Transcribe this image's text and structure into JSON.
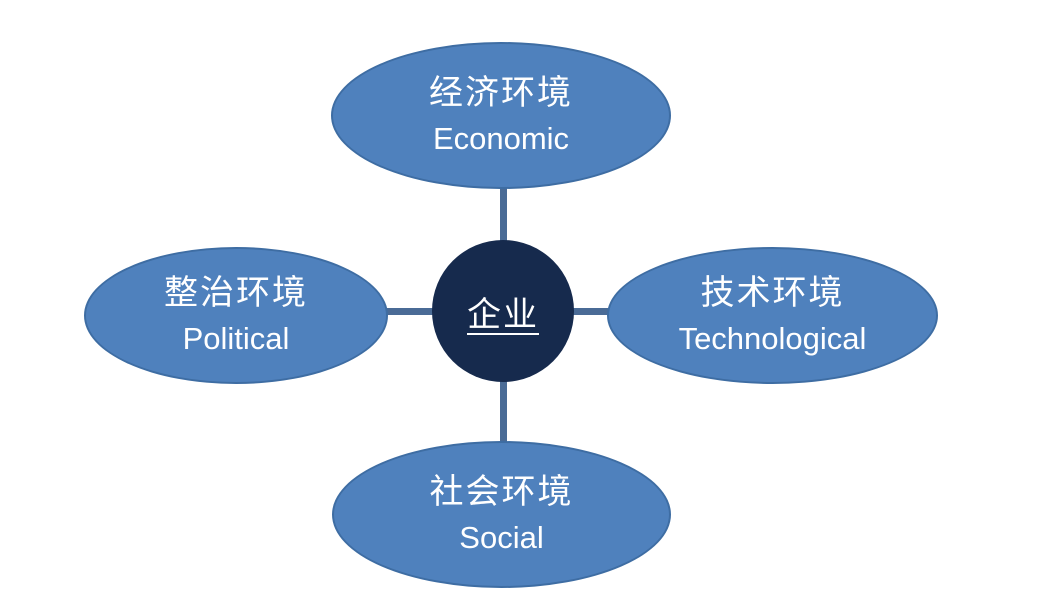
{
  "diagram": {
    "type": "radial-relationship",
    "center": {
      "label": "企业"
    },
    "nodes": [
      {
        "id": "economic",
        "position": "top",
        "label_zh": "经济环境",
        "label_en": "Economic"
      },
      {
        "id": "political",
        "position": "left",
        "label_zh": "整治环境",
        "label_en": "Political"
      },
      {
        "id": "technological",
        "position": "right",
        "label_zh": "技术环境",
        "label_en": "Technological"
      },
      {
        "id": "social",
        "position": "bottom",
        "label_zh": "社会环境",
        "label_en": "Social"
      }
    ],
    "connectors": [
      "center-top",
      "center-bottom",
      "center-left",
      "center-right"
    ],
    "colors": {
      "ellipse_fill": "#4f81bd",
      "ellipse_border": "#3e6da3",
      "center_fill": "#162a4d",
      "connector": "#4a6b96",
      "text": "#ffffff",
      "background": "#ffffff"
    }
  }
}
